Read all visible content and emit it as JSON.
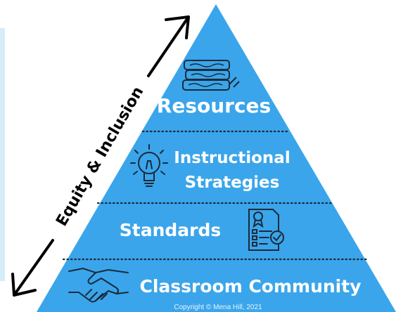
{
  "colors": {
    "pyramid": "#3aa5ea",
    "divider": "#1a2a3a",
    "label": "#ffffff",
    "arrow": "#000000"
  },
  "axis": {
    "label": "Equity & Inclusion"
  },
  "tiers": [
    {
      "label": "Resources",
      "icon": "books-icon"
    },
    {
      "label_line1": "Instructional",
      "label_line2": "Strategies",
      "icon": "lightbulb-icon"
    },
    {
      "label": "Standards",
      "icon": "checklist-document-icon"
    },
    {
      "label": "Classroom Community",
      "icon": "handshake-icon"
    }
  ],
  "copyright": "Copyright © Mena Hill, 2021"
}
